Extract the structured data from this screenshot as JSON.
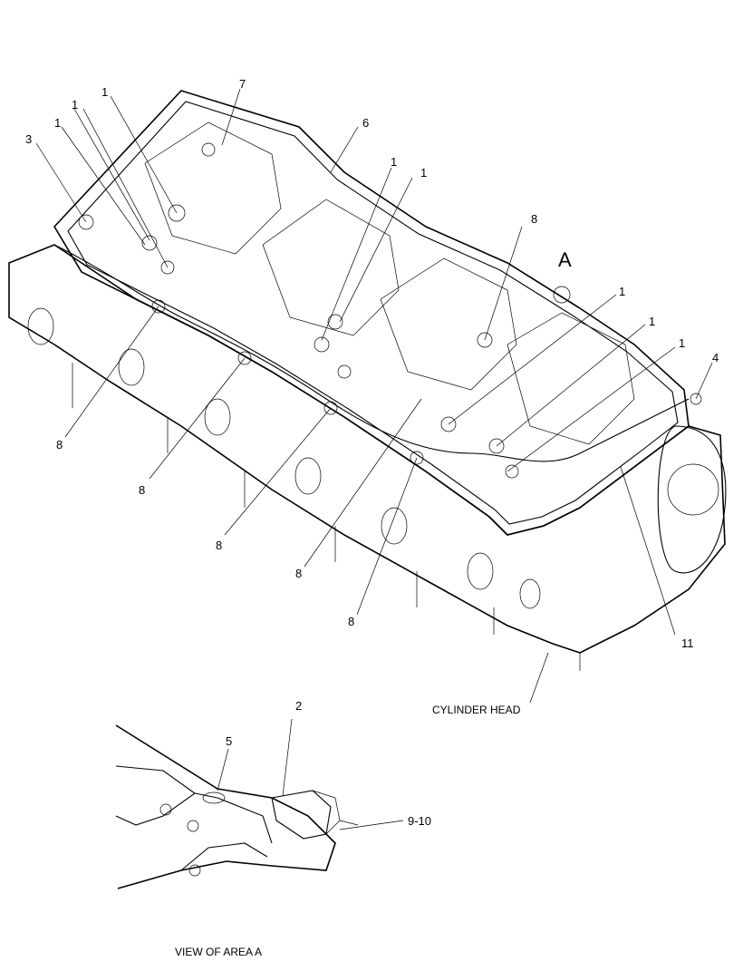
{
  "callouts": {
    "c1a": "1",
    "c1b": "1",
    "c1c": "1",
    "c1d": "1",
    "c1e": "1",
    "c1f": "1",
    "c1g": "1",
    "c1h": "1",
    "c2": "2",
    "c3": "3",
    "c4": "4",
    "c5": "5",
    "c6": "6",
    "c7": "7",
    "c8a": "8",
    "c8b": "8",
    "c8c": "8",
    "c8d": "8",
    "c8e": "8",
    "c8f": "8",
    "c910": "9-10",
    "c11": "11"
  },
  "area_letter": "A",
  "labels": {
    "cylinder_head": "CYLINDER HEAD",
    "view_of_area": "VIEW OF AREA  A"
  }
}
